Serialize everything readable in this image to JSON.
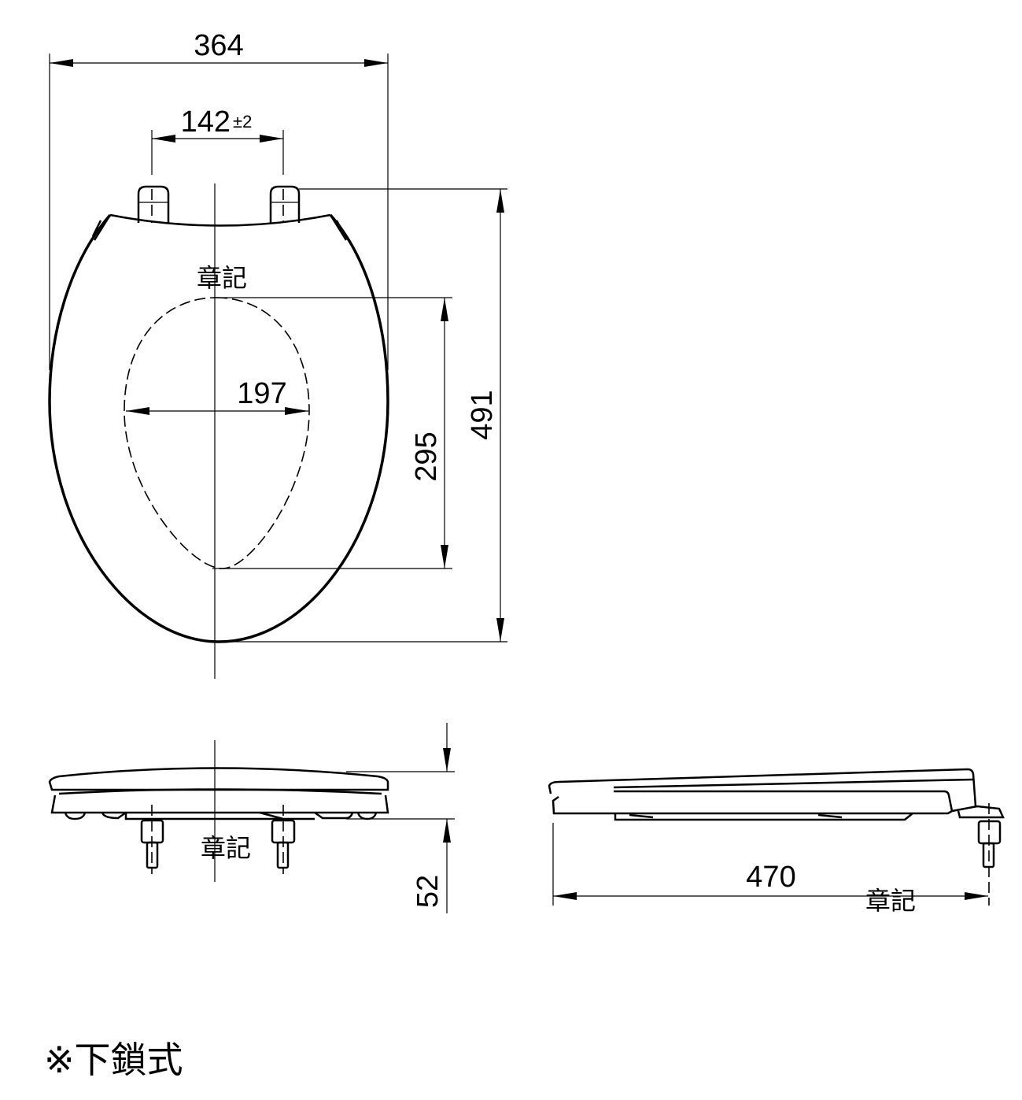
{
  "drawing": {
    "top_view": {
      "overall_width": "364",
      "hinge_spacing": "142",
      "hinge_tolerance": "±2",
      "opening_width": "197",
      "opening_length": "295",
      "overall_length": "491",
      "mark_label": "章記"
    },
    "front_view": {
      "height": "52",
      "mark_label": "章記"
    },
    "side_view": {
      "depth": "470",
      "mark_label": "章記"
    },
    "footer_note": "※下鎖式"
  }
}
